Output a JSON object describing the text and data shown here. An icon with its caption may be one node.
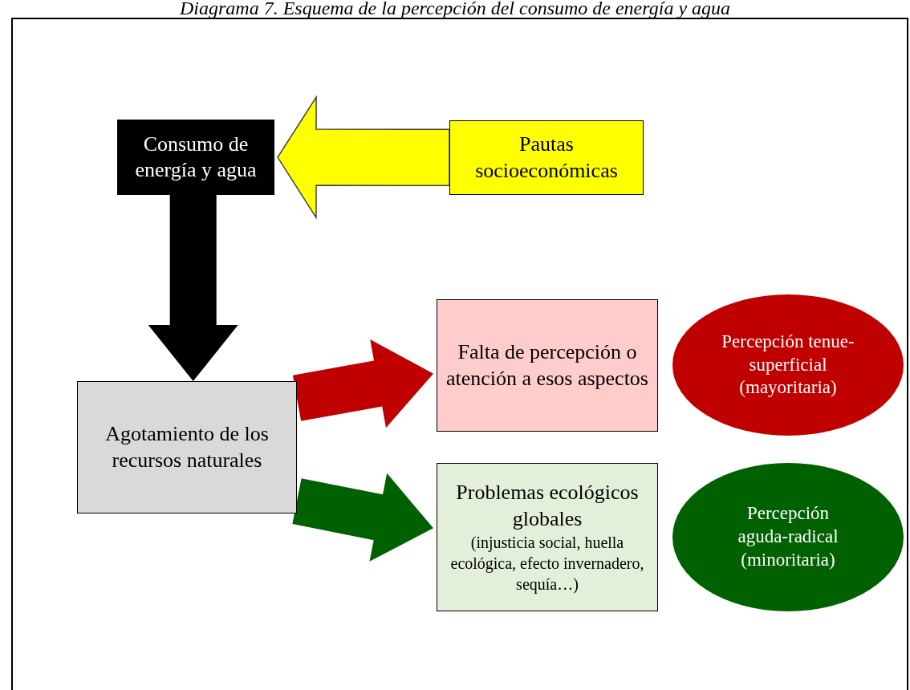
{
  "diagram": {
    "title": "Diagrama 7. Esquema de la percepción del consumo de energía y agua",
    "nodes": [
      {
        "text": [
          "Consumo de energía y agua"
        ]
      },
      {
        "text": [
          "Pautas socioeconómicas"
        ]
      },
      {
        "text": [
          "Agotamiento de los recursos naturales"
        ]
      },
      {
        "text": [
          "Falta de percepción o atención a esos aspectos"
        ]
      },
      {
        "text": [
          "Problemas ecológicos globales",
          "(injusticia social, huella ecológica, efecto invernadero, sequía…)"
        ]
      },
      {
        "text": [
          "Percepción tenue-superficial (mayoritaria)"
        ]
      },
      {
        "text": [
          "Percepción aguda-radical (minoritaria)"
        ]
      }
    ],
    "edges": [
      {
        "from": 1,
        "to": 0,
        "arrow": "to",
        "style": "thick",
        "color": "#ffff00"
      },
      {
        "from": 0,
        "to": 2,
        "arrow": "to",
        "style": "thick",
        "color": "#000000"
      },
      {
        "from": 2,
        "to": 3,
        "arrow": "to",
        "style": "thick",
        "color": "#c00000"
      },
      {
        "from": 2,
        "to": 4,
        "arrow": "to",
        "style": "thick",
        "color": "#006100"
      }
    ]
  }
}
